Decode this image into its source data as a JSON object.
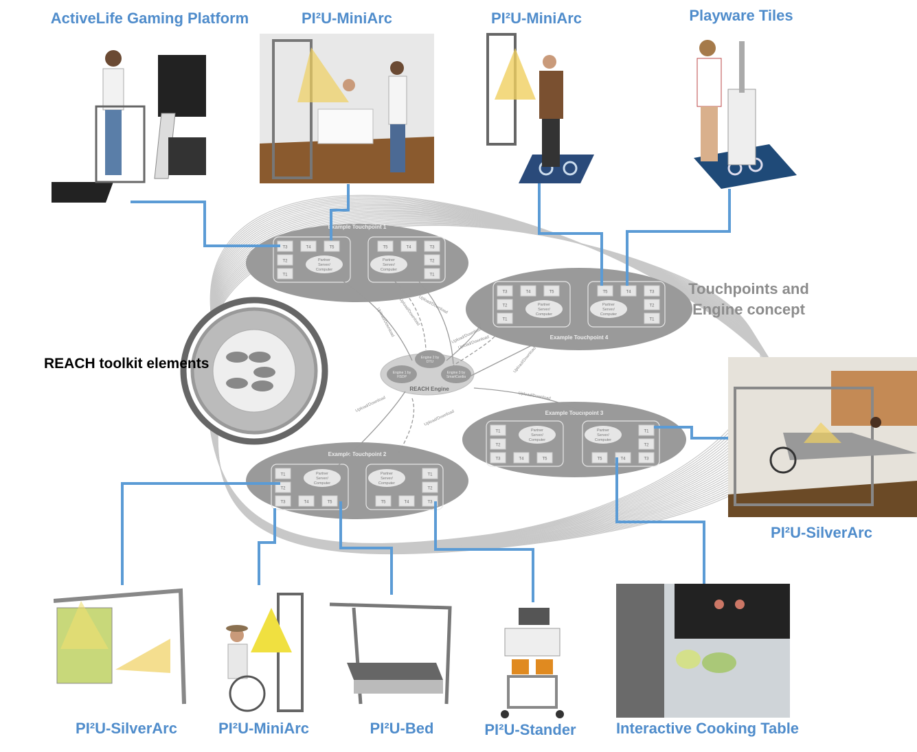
{
  "labels": {
    "activelife": "ActiveLife Gaming Platform",
    "miniarc_top1": "PI²U-MiniArc",
    "miniarc_top2": "PI²U-MiniArc",
    "playware": "Playware Tiles",
    "silverarc_right": "PI²U-SilverArc",
    "silverarc_bottom": "PI²U-SilverArc",
    "miniarc_bottom": "PI²U-MiniArc",
    "bed": "PI²U-Bed",
    "stander": "PI²U-Stander",
    "cooking": "Interactive Cooking Table",
    "concept_line1": "Touchpoints and",
    "concept_line2": "Engine concept",
    "toolkit": "REACH toolkit elements"
  },
  "diagram": {
    "partner": [
      "Partner",
      "Server/",
      "Computer"
    ],
    "touchpoints": [
      {
        "title": "Example Touchpoint 1",
        "modules": [
          {
            "pattern": "A",
            "boxes": [
              "T3",
              "T4",
              "T5",
              "T2",
              "T1"
            ]
          },
          {
            "pattern": "B",
            "boxes": [
              "T5",
              "T4",
              "T3",
              "T2",
              "T1"
            ]
          }
        ]
      },
      {
        "title": "Example Touchpoint 4",
        "modules": [
          {
            "pattern": "A",
            "boxes": [
              "T3",
              "T4",
              "T5",
              "T2",
              "T1"
            ]
          },
          {
            "pattern": "B",
            "boxes": [
              "T5",
              "T4",
              "T3",
              "T2",
              "T1"
            ]
          }
        ]
      },
      {
        "title": "Example Touchpoint 3",
        "modules": [
          {
            "pattern": "C",
            "boxes": [
              "T1",
              "T2",
              "T3",
              "T4",
              "T5"
            ]
          },
          {
            "pattern": "D",
            "boxes": [
              "T1",
              "T2",
              "T3",
              "T5",
              "T4"
            ]
          }
        ]
      },
      {
        "title": "Example Touchpoint 2",
        "modules": [
          {
            "pattern": "C",
            "boxes": [
              "T1",
              "T2",
              "T3",
              "T4",
              "T5"
            ]
          },
          {
            "pattern": "D",
            "boxes": [
              "T1",
              "T2",
              "T3",
              "T5",
              "T4"
            ]
          }
        ]
      }
    ],
    "engine": {
      "title": "REACH Engine",
      "engines": [
        [
          "Engine 1 by",
          "HSDP"
        ],
        [
          "Engine 2 by",
          "DTU"
        ],
        [
          "Engine 3 by",
          "SmartCardia"
        ]
      ]
    },
    "link_label": "Upload/Download",
    "link_count": 9
  },
  "colors": {
    "connector": "#5b9bd5",
    "label": "#4f8ccb",
    "ellipse": "#9a9a9a"
  }
}
